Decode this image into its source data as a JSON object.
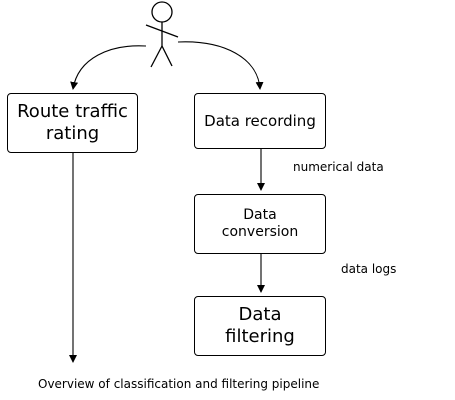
{
  "actor": {
    "icon": "stick-figure-icon"
  },
  "nodes": {
    "route_traffic_rating": {
      "line1": "Route traffic",
      "line2": "rating"
    },
    "data_recording": {
      "label": "Data recording"
    },
    "data_conversion": {
      "line1": "Data",
      "line2": "conversion"
    },
    "data_filtering": {
      "line1": "Data",
      "line2": "filtering"
    }
  },
  "edges": {
    "recording_to_conversion": {
      "label": "numerical data"
    },
    "conversion_to_filtering": {
      "label": "data logs"
    }
  },
  "caption": "Overview of classification and filtering pipeline",
  "colors": {
    "stroke": "#000000",
    "background": "#ffffff"
  }
}
